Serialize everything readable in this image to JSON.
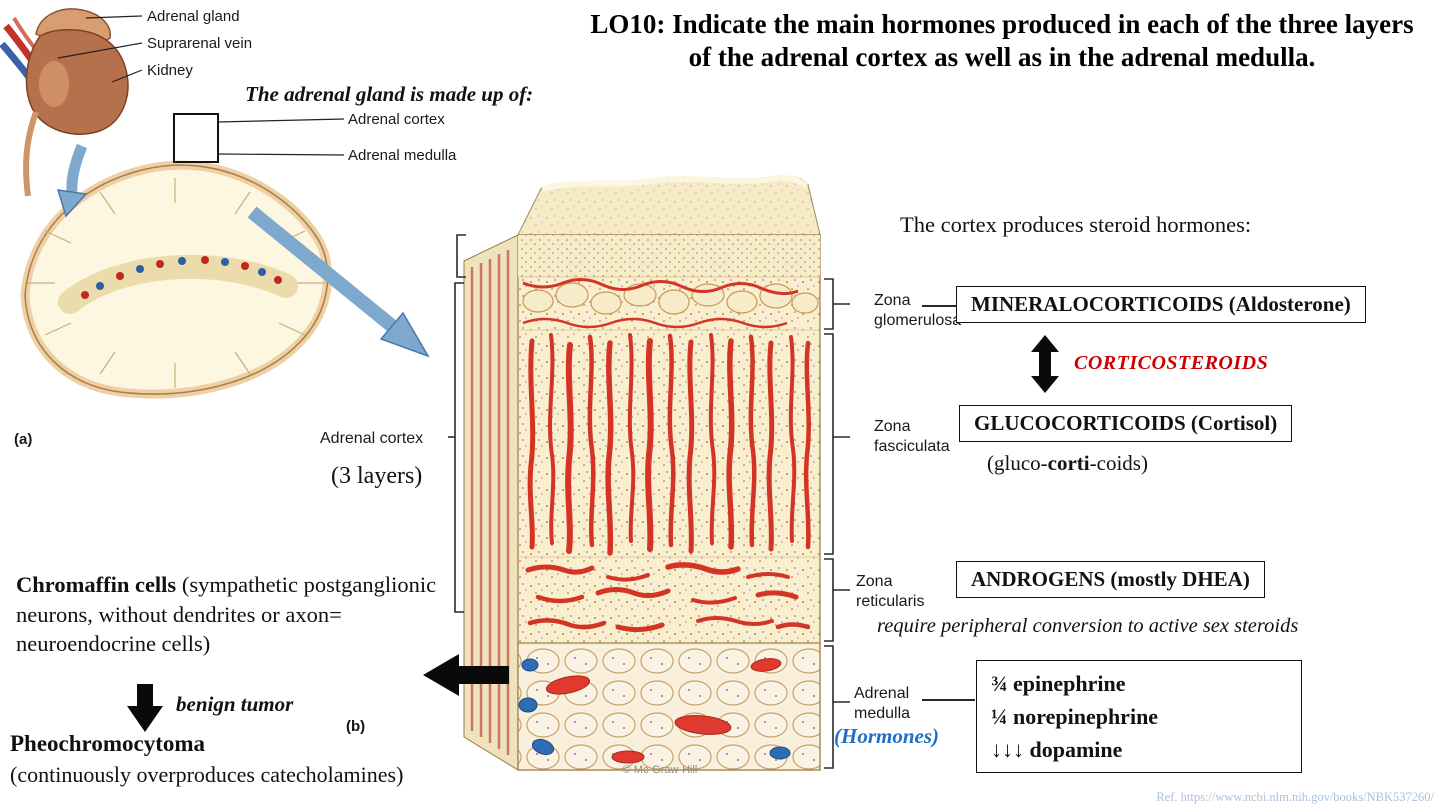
{
  "title": "LO10: Indicate the main hormones produced in each of the three layers of the adrenal cortex as well as in the adrenal medulla.",
  "figure_a": {
    "label_adrenal_gland": "Adrenal gland",
    "label_suprarenal_vein": "Suprarenal vein",
    "label_kidney": "Kidney",
    "made_up_of": "The adrenal gland is made up of:",
    "label_adrenal_cortex": "Adrenal cortex",
    "label_adrenal_medulla": "Adrenal medulla",
    "caption": "(a)"
  },
  "figure_b": {
    "pointer_label": "Adrenal cortex",
    "layers_note": "(3 layers)",
    "caption": "(b)",
    "copyright": "© Mc-Graw-Hill",
    "zona_glomerulosa": "Zona glomerulosa",
    "zona_fasciculata": "Zona fasciculata",
    "zona_reticularis": "Zona reticularis",
    "adrenal_medulla": "Adrenal medulla",
    "hormones_note": "(Hormones)"
  },
  "cortex": {
    "intro": "The cortex produces steroid hormones:",
    "mineralocorticoids": "MINERALOCORTICOIDS (Aldosterone)",
    "corticosteroids": "CORTICOSTEROIDS",
    "glucocorticoids": "GLUCOCORTICOIDS (Cortisol)",
    "gluco_pre": "(gluco-",
    "gluco_bold": "corti",
    "gluco_post": "-coids)",
    "androgens": "ANDROGENS (mostly DHEA)",
    "androgens_note": "require peripheral conversion to active sex steroids"
  },
  "medulla_box": {
    "lines": [
      "¾ epinephrine",
      "¼ norepinephrine",
      "↓↓↓ dopamine"
    ]
  },
  "chromaffin": {
    "bold": "Chromaffin cells",
    "rest": " (sympathetic postganglionic neurons, without dendrites or axon= neuroendocrine cells)",
    "benign_tumor": "benign tumor",
    "pheo": "Pheochromocytoma",
    "pheo_note": "(continuously overproduces catecholamines)"
  },
  "ref": "Ref. https://www.ncbi.nlm.nih.gov/books/NBK537260/",
  "colors": {
    "corticosteroids_red": "#cc0000",
    "hormones_blue": "#1f6fc5",
    "ref_blue": "#a9c0dc",
    "vessel_red": "#d43425",
    "vessel_blue": "#2e6cb5"
  }
}
